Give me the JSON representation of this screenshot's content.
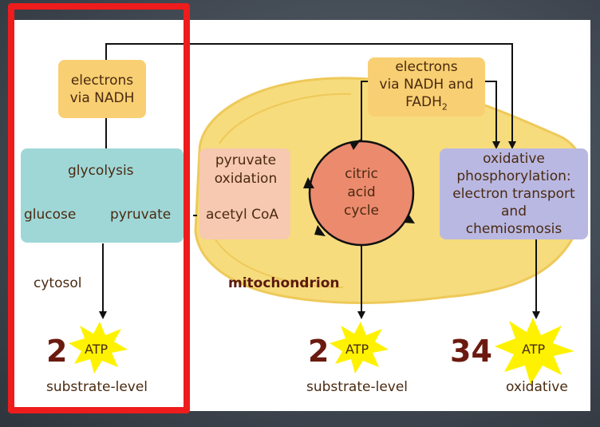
{
  "boxes": {
    "electrons_nadh": "electrons\nvia NADH",
    "glycolysis": "glycolysis",
    "glucose": "glucose",
    "pyruvate": "pyruvate",
    "pyruvate_oxidation": "pyruvate\noxidation",
    "acetyl_coa": "acetyl CoA",
    "citric_acid_cycle": "citric\nacid\ncycle",
    "electrons_nadh_fadh2_line1": "electrons",
    "electrons_nadh_fadh2_line2": "via NADH and",
    "electrons_nadh_fadh2_line3": "FADH",
    "electrons_nadh_fadh2_sub": "2",
    "oxidative_phosphorylation": "oxidative\nphosphorylation:\nelectron transport\nand\nchemiosmosis"
  },
  "labels": {
    "cytosol": "cytosol",
    "mitochondrion": "mitochondrion"
  },
  "atp": [
    {
      "count": "2",
      "label": "ATP",
      "type": "substrate-level"
    },
    {
      "count": "2",
      "label": "ATP",
      "type": "substrate-level"
    },
    {
      "count": "34",
      "label": "ATP",
      "type": "oxidative"
    }
  ],
  "colors": {
    "highlight_frame": "#ee1c1c",
    "mitochondrion": "#f6dc7c",
    "electron_box": "#f8cf72",
    "glycolysis_box": "#9fd7d7",
    "pyruvate_ox_box": "#f6c9b0",
    "citric_cycle": "#ec8a6e",
    "ox_phos_box": "#b9b8e3",
    "atp_star": "#fef200",
    "text": "#4a2a10"
  }
}
